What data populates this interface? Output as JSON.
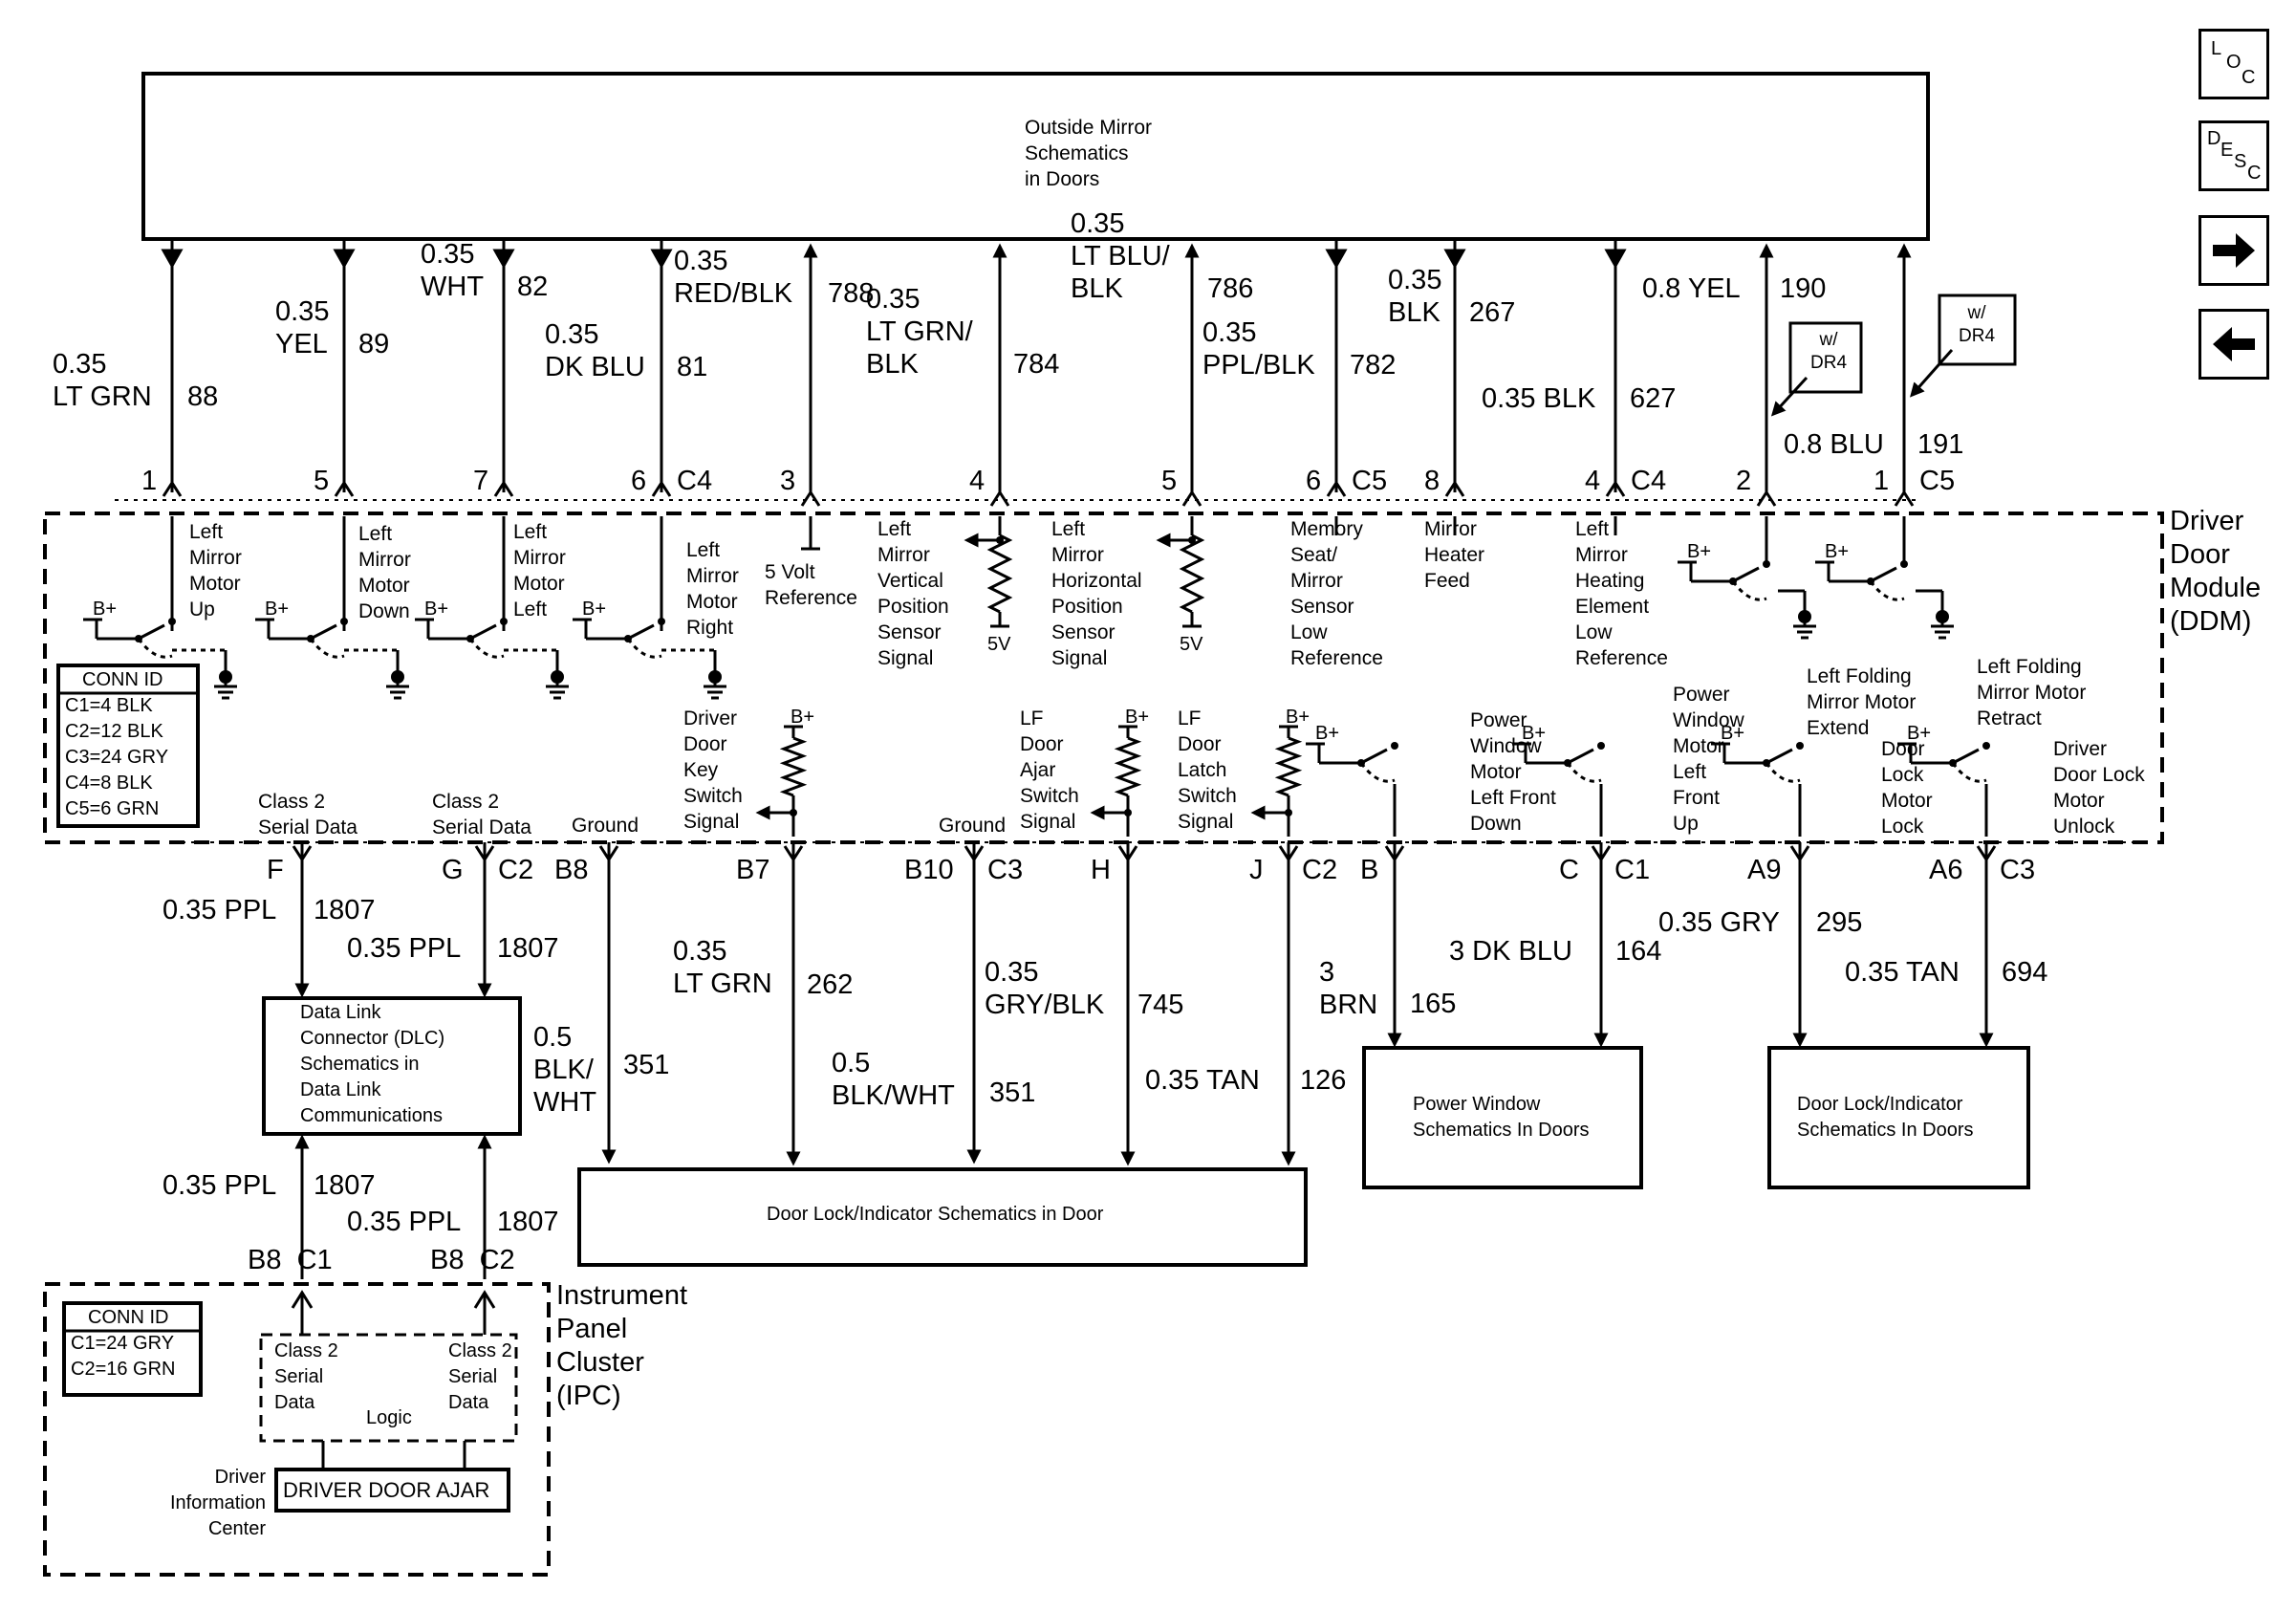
{
  "boxes": {
    "outside_mirror": [
      "Outside Mirror",
      "Schematics",
      "in Doors"
    ],
    "dlc": [
      "Data Link",
      "Connector (DLC)",
      "Schematics in",
      "Data Link",
      "Communications"
    ],
    "door_lock_mid": "Door Lock/Indicator Schematics in Door",
    "power_window": [
      "Power Window",
      "Schematics In Doors"
    ],
    "door_lock_right": [
      "Door Lock/Indicator",
      "Schematics In Doors"
    ],
    "dr4_left": [
      "w/",
      "DR4"
    ],
    "dr4_right": [
      "w/",
      "DR4"
    ],
    "driver_door_ajar": "DRIVER DOOR AJAR"
  },
  "modules": {
    "ddm": [
      "Driver",
      "Door",
      "Module",
      "(DDM)"
    ],
    "ipc": [
      "Instrument",
      "Panel",
      "Cluster",
      "(IPC)"
    ],
    "dic": [
      "Driver",
      "Information",
      "Center"
    ],
    "logic": "Logic"
  },
  "conn_id_ddm": {
    "title": "CONN ID",
    "rows": [
      "C1=4 BLK",
      "C2=12 BLK",
      "C3=24 GRY",
      "C4=8 BLK",
      "C5=6 GRN"
    ]
  },
  "conn_id_ipc": {
    "title": "CONN ID",
    "rows": [
      "C1=24 GRY",
      "C2=16 GRN"
    ]
  },
  "top_wires": [
    {
      "wire": [
        "0.35",
        "LT GRN"
      ],
      "circuit": "88",
      "pin": "1",
      "conn": "",
      "dir": "down",
      "func": [
        "Left",
        "Mirror",
        "Motor",
        "Up"
      ]
    },
    {
      "wire": [
        "0.35",
        "YEL"
      ],
      "circuit": "89",
      "pin": "5",
      "conn": "",
      "dir": "down",
      "func": [
        "Left",
        "Mirror",
        "Motor",
        "Down"
      ]
    },
    {
      "wire": [
        "0.35",
        "WHT"
      ],
      "circuit": "82",
      "pin": "7",
      "conn": "",
      "dir": "down",
      "func": [
        "Left",
        "Mirror",
        "Motor",
        "Left"
      ]
    },
    {
      "wire": [
        "0.35",
        "DK BLU"
      ],
      "circuit": "81",
      "pin": "6",
      "conn": "C4",
      "dir": "down",
      "func": [
        "Left",
        "Mirror",
        "Motor",
        "Right"
      ]
    },
    {
      "wire": [
        "0.35",
        "RED/BLK"
      ],
      "circuit": "788",
      "pin": "3",
      "conn": "",
      "dir": "up",
      "func": [
        "5 Volt",
        "Reference"
      ]
    },
    {
      "wire": [
        "0.35",
        "LT GRN/",
        "BLK"
      ],
      "circuit": "784",
      "pin": "4",
      "conn": "",
      "dir": "up",
      "func": [
        "Left",
        "Mirror",
        "Vertical",
        "Position",
        "Sensor",
        "Signal"
      ]
    },
    {
      "wire": [
        "0.35",
        "LT BLU/",
        "BLK"
      ],
      "circuit": "786",
      "pin": "5",
      "conn": "",
      "dir": "up",
      "func": [
        "Left",
        "Mirror",
        "Horizontal",
        "Position",
        "Sensor",
        "Signal"
      ]
    },
    {
      "wire": [
        "0.35",
        "PPL/BLK"
      ],
      "circuit": "782",
      "pin": "6",
      "conn": "C5",
      "dir": "down",
      "func": [
        "Memory",
        "Seat/",
        "Mirror",
        "Sensor",
        "Low",
        "Reference"
      ]
    },
    {
      "wire": [
        "0.35",
        "BLK"
      ],
      "circuit": "267",
      "pin": "8",
      "conn": "",
      "dir": "down",
      "func": [
        "Mirror",
        "Heater",
        "Feed"
      ]
    },
    {
      "wire": [
        "0.35 BLK"
      ],
      "circuit": "627",
      "pin": "4",
      "conn": "C4",
      "dir": "down",
      "func": [
        "Left",
        "Mirror",
        "Heating",
        "Element",
        "Low",
        "Reference"
      ]
    },
    {
      "wire": [
        "0.8 YEL"
      ],
      "circuit": "190",
      "pin": "2",
      "conn": "",
      "dir": "up",
      "func": [
        "Left Folding",
        "Mirror Motor",
        "Extend"
      ]
    },
    {
      "wire": [
        "0.8 BLU"
      ],
      "circuit": "191",
      "pin": "1",
      "conn": "C5",
      "dir": "up",
      "func": [
        "Left Folding",
        "Mirror Motor",
        "Retract"
      ]
    }
  ],
  "bottom_wires": [
    {
      "pin": "F",
      "conn": "",
      "wire": [
        "0.35 PPL"
      ],
      "circuit": "1807",
      "func": [
        "Class 2",
        "Serial Data"
      ]
    },
    {
      "pin": "G",
      "conn": "C2",
      "wire": [
        "0.35 PPL"
      ],
      "circuit": "1807",
      "func": [
        "Class 2",
        "Serial Data"
      ]
    },
    {
      "pin": "B8",
      "conn": "",
      "wire": [
        "0.5",
        "BLK/",
        "WHT"
      ],
      "circuit": "351",
      "func": [
        "Ground"
      ]
    },
    {
      "pin": "B7",
      "conn": "",
      "wire": [
        "0.35",
        "LT GRN"
      ],
      "circuit": "262",
      "func": [
        "Driver",
        "Door",
        "Key",
        "Switch",
        "Signal"
      ]
    },
    {
      "pin": "B10",
      "conn": "C3",
      "wire": [
        "0.5",
        "BLK/WHT"
      ],
      "circuit": "351",
      "func": [
        "Ground"
      ]
    },
    {
      "pin": "",
      "conn": "",
      "wire": [
        "0.35",
        "GRY/BLK"
      ],
      "circuit": "745",
      "func": []
    },
    {
      "pin": "H",
      "conn": "",
      "wire": [
        "0.35 TAN"
      ],
      "circuit": "126",
      "func": [
        "LF",
        "Door",
        "Ajar",
        "Switch",
        "Signal"
      ]
    },
    {
      "pin": "J",
      "conn": "C2",
      "wire": [],
      "circuit": "",
      "func": [
        "LF",
        "Door",
        "Latch",
        "Switch",
        "Signal"
      ]
    },
    {
      "pin": "B",
      "conn": "",
      "wire": [
        "3",
        "BRN"
      ],
      "circuit": "165",
      "func": [
        "Power",
        "Window",
        "Motor",
        "Left Front",
        "Down"
      ]
    },
    {
      "pin": "C",
      "conn": "C1",
      "wire": [
        "3 DK BLU"
      ],
      "circuit": "164",
      "func": [
        "Power",
        "Window",
        "Motor",
        "Left",
        "Front",
        "Up"
      ]
    },
    {
      "pin": "A9",
      "conn": "",
      "wire": [
        "0.35 GRY"
      ],
      "circuit": "295",
      "func": [
        "Door",
        "Lock",
        "Motor",
        "Lock"
      ]
    },
    {
      "pin": "A6",
      "conn": "C3",
      "wire": [
        "0.35 TAN"
      ],
      "circuit": "694",
      "func": [
        "Driver",
        "Door Lock",
        "Motor",
        "Unlock"
      ]
    }
  ],
  "ipc_wires": [
    {
      "wire": "0.35 PPL",
      "circuit": "1807",
      "pin": "B8",
      "conn": "C1",
      "func": [
        "Class 2",
        "Serial",
        "Data"
      ]
    },
    {
      "wire": "0.35 PPL",
      "circuit": "1807",
      "pin": "B8",
      "conn": "C2",
      "func": [
        "Class 2",
        "Serial",
        "Data"
      ]
    }
  ],
  "misc": {
    "b_plus": "B+",
    "five_v": "5V",
    "ground": "Ground"
  },
  "nav": {
    "loc": [
      "L",
      "O",
      "C"
    ],
    "desc": [
      "D",
      "E",
      "S",
      "C"
    ],
    "next": "right-arrow-icon",
    "prev": "left-arrow-icon"
  }
}
